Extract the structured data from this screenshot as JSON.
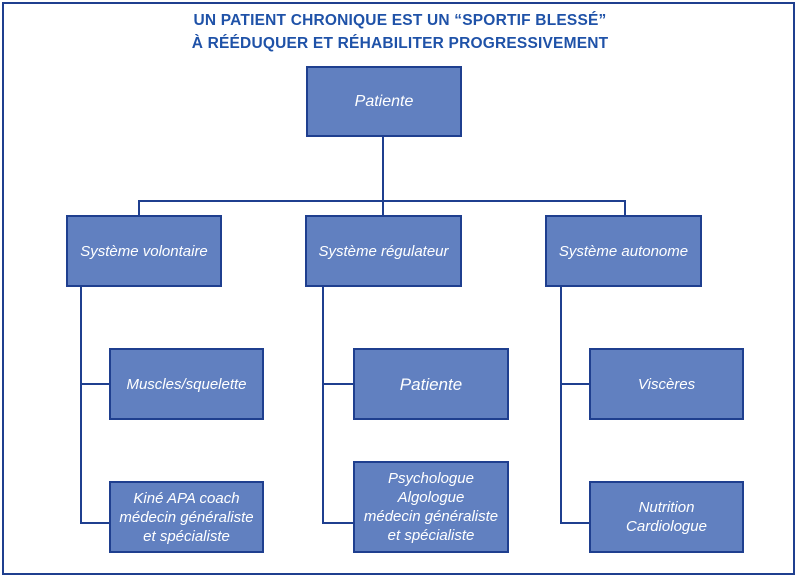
{
  "title": {
    "line1": "UN PATIENT CHRONIQUE EST UN “SPORTIF BLESSÉ”",
    "line2": "À RÉÉDUQUER ET RÉHABILITER PROGRESSIVEMENT"
  },
  "root": {
    "label": "Patiente"
  },
  "systems": [
    {
      "label": "Système volontaire",
      "children": [
        {
          "lines": [
            "Muscles/squelette"
          ]
        },
        {
          "lines": [
            "Kiné APA coach",
            "médecin généraliste",
            "et spécialiste"
          ]
        }
      ]
    },
    {
      "label": "Système régulateur",
      "children": [
        {
          "lines": [
            "Patiente"
          ]
        },
        {
          "lines": [
            "Psychologue",
            "Algologue",
            "médecin généraliste",
            "et spécialiste"
          ]
        }
      ]
    },
    {
      "label": "Système autonome",
      "children": [
        {
          "lines": [
            "Viscères"
          ]
        },
        {
          "lines": [
            "Nutrition",
            "Cardiologue"
          ]
        }
      ]
    }
  ],
  "colors": {
    "box_fill": "#6180c0",
    "box_border": "#1f3f8f",
    "title": "#1f52a8",
    "text": "#ffffff"
  }
}
